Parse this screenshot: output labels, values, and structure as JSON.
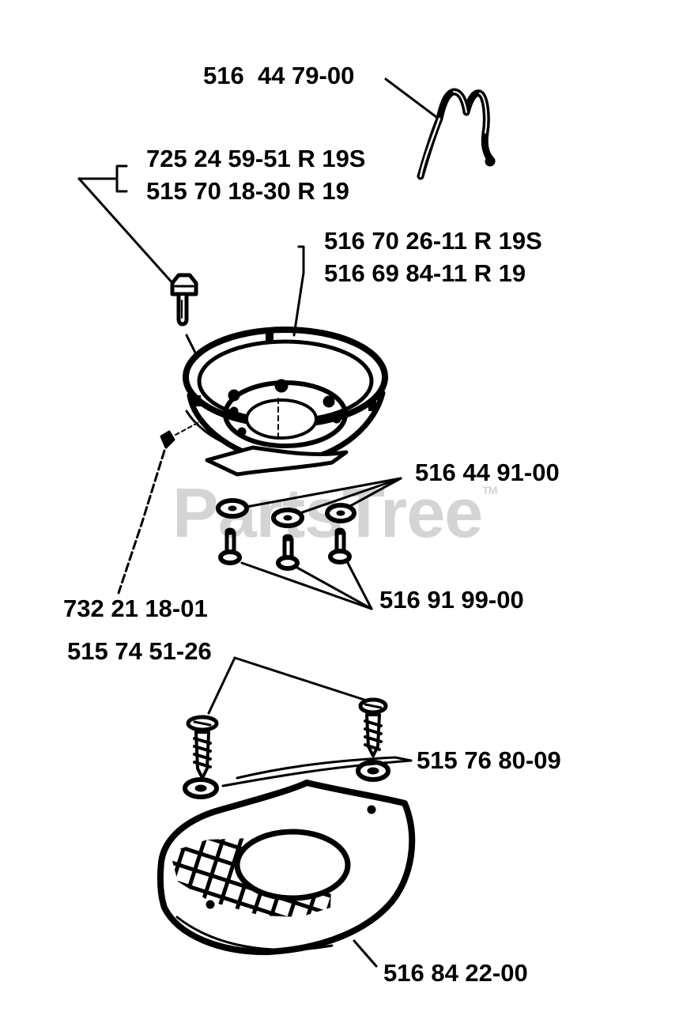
{
  "diagram": {
    "watermark": "PartsTree",
    "watermark_mark": "TM",
    "labels": {
      "spring": "516  44 79-00",
      "bolt_a": "725 24 59-51 R 19S",
      "bolt_b": "515 70 18-30 R 19",
      "hub_a": "516 70 26-11 R 19S",
      "hub_b": "516 69 84-11 R 19",
      "washers": "516 44 91-00",
      "clip": "732 21 18-01",
      "pins": "516 91 99-00",
      "screws": "515 74 51-26",
      "cover_washers": "515 76 80-09",
      "cover": "516 84 22-00"
    }
  },
  "colors": {
    "ink": "#000000",
    "paper": "#ffffff",
    "watermark": "#d4d4d4"
  }
}
